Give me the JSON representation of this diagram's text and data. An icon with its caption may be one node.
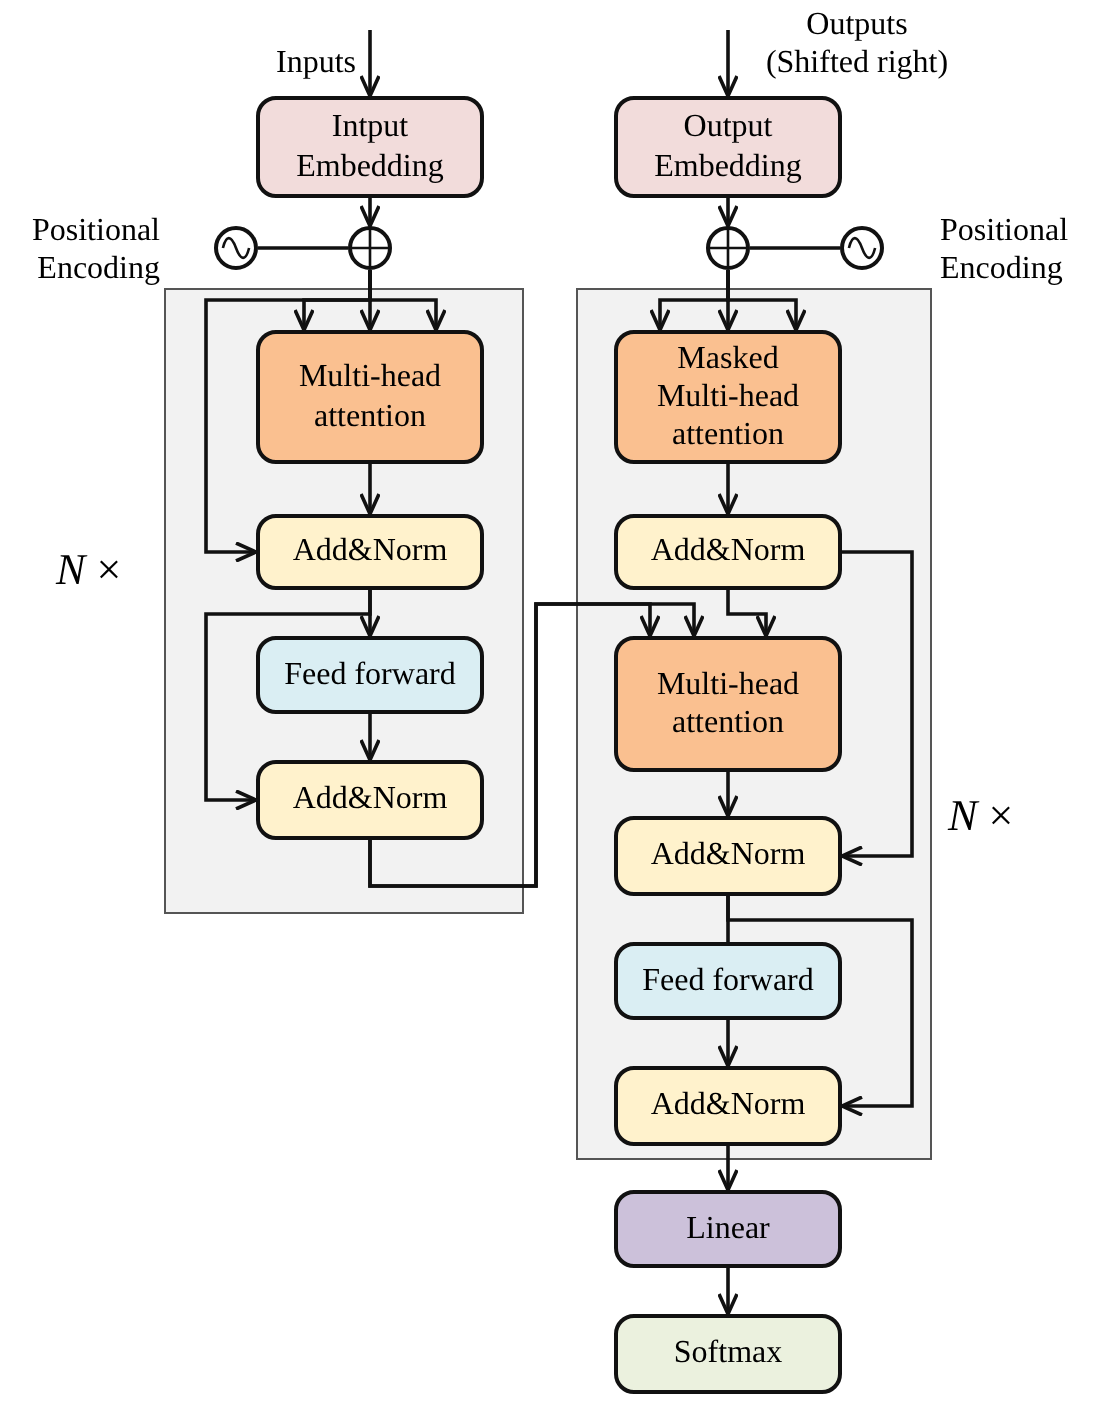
{
  "diagram": {
    "nodes": [
      {
        "text": [
          "Intput Embedding"
        ]
      },
      {
        "text": [],
        "shape": "circle"
      },
      {
        "text": [],
        "shape": "circle",
        "beside": [
          "Positional Encoding"
        ]
      },
      {
        "text": [],
        "shape": "box",
        "beside": [
          "*N* ×"
        ]
      },
      {
        "text": [
          "Multi-head attention"
        ],
        "in": 3
      },
      {
        "text": [
          "Add&Norm"
        ],
        "in": 3
      },
      {
        "text": [
          "Feed forward"
        ],
        "in": 3
      },
      {
        "text": [
          "Add&Norm"
        ],
        "in": 3
      },
      {
        "text": [
          "Output Embedding"
        ]
      },
      {
        "text": [],
        "shape": "circle"
      },
      {
        "text": [],
        "shape": "circle",
        "beside": [
          "Positional Encoding"
        ]
      },
      {
        "text": [],
        "shape": "box",
        "beside": [
          "*N* ×"
        ]
      },
      {
        "text": [
          "Masked Multi-head attention"
        ],
        "in": 11
      },
      {
        "text": [
          "Add&Norm"
        ],
        "in": 11
      },
      {
        "text": [
          "Multi-head attention"
        ],
        "in": 11
      },
      {
        "text": [
          "Add&Norm"
        ],
        "in": 11
      },
      {
        "text": [
          "Feed forward"
        ],
        "in": 11
      },
      {
        "text": [
          "Add&Norm"
        ],
        "in": 11
      },
      {
        "text": [
          "Linear"
        ]
      },
      {
        "text": [
          "Softmax"
        ]
      }
    ],
    "edges": [
      {
        "from": null,
        "to": 0,
        "arrow": "to",
        "label": "Inputs"
      },
      {
        "from": 0,
        "to": 1,
        "arrow": "to"
      },
      {
        "from": 2,
        "to": 1,
        "arrow": "none"
      },
      {
        "from": 1,
        "to": 4,
        "arrow": "to"
      },
      {
        "from": 1,
        "to": 4,
        "arrow": "to"
      },
      {
        "from": 1,
        "to": 4,
        "arrow": "to"
      },
      {
        "from": 1,
        "to": 5,
        "arrow": "to"
      },
      {
        "from": 4,
        "to": 5,
        "arrow": "to"
      },
      {
        "from": 5,
        "to": 6,
        "arrow": "to"
      },
      {
        "from": 5,
        "to": 7,
        "arrow": "to"
      },
      {
        "from": 6,
        "to": 7,
        "arrow": "to"
      },
      {
        "from": 7,
        "to": 14,
        "arrow": "to"
      },
      {
        "from": 7,
        "to": 14,
        "arrow": "to"
      },
      {
        "from": null,
        "to": 8,
        "arrow": "to",
        "label": "Outputs (Shifted right)"
      },
      {
        "from": 8,
        "to": 9,
        "arrow": "to"
      },
      {
        "from": 10,
        "to": 9,
        "arrow": "none"
      },
      {
        "from": 9,
        "to": 12,
        "arrow": "to"
      },
      {
        "from": 9,
        "to": 12,
        "arrow": "to"
      },
      {
        "from": 9,
        "to": 12,
        "arrow": "to"
      },
      {
        "from": 12,
        "to": 13,
        "arrow": "to"
      },
      {
        "from": 13,
        "to": 14,
        "arrow": "to"
      },
      {
        "from": 13,
        "to": 15,
        "arrow": "to"
      },
      {
        "from": 14,
        "to": 15,
        "arrow": "to"
      },
      {
        "from": 15,
        "to": 16,
        "arrow": "none"
      },
      {
        "from": 15,
        "to": 17,
        "arrow": "to"
      },
      {
        "from": 16,
        "to": 17,
        "arrow": "to"
      },
      {
        "from": 17,
        "to": 18,
        "arrow": "to"
      },
      {
        "from": 18,
        "to": 19,
        "arrow": "to"
      }
    ]
  }
}
